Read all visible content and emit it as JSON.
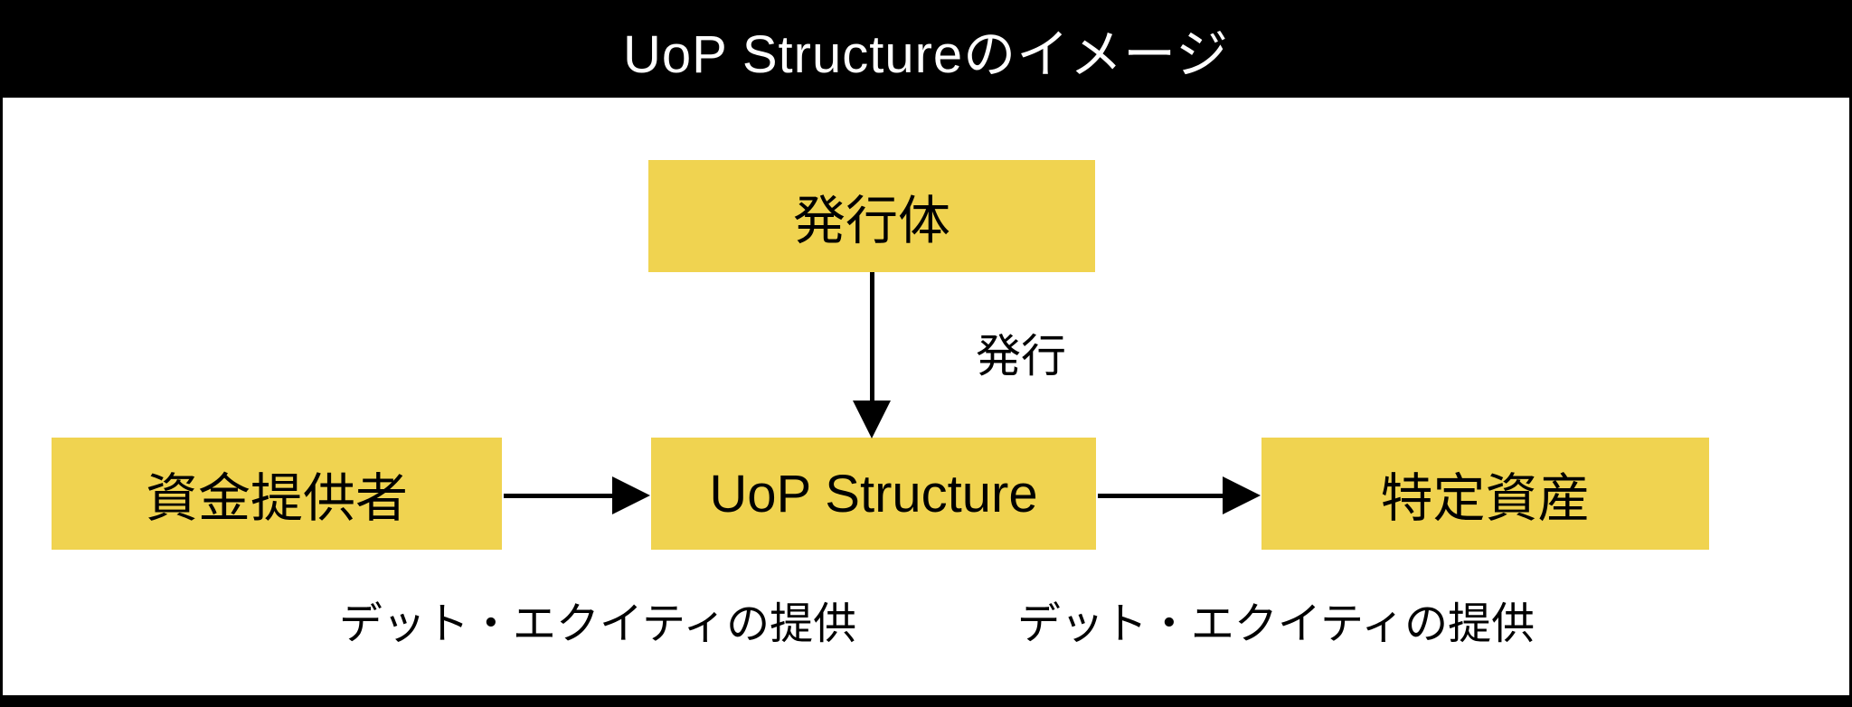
{
  "diagram": {
    "title": "UoP Structureのイメージ",
    "nodes": {
      "issuer": "発行体",
      "funder": "資金提供者",
      "uop": "UoP Structure",
      "asset": "特定資産"
    },
    "edges": {
      "issue": "発行",
      "funder_to_uop": "デット・エクイティの提供",
      "uop_to_asset": "デット・エクイティの提供"
    },
    "colors": {
      "node_fill": "#F0D350",
      "title_bg": "#000000",
      "title_text": "#FFFFFF",
      "line": "#000000"
    }
  }
}
